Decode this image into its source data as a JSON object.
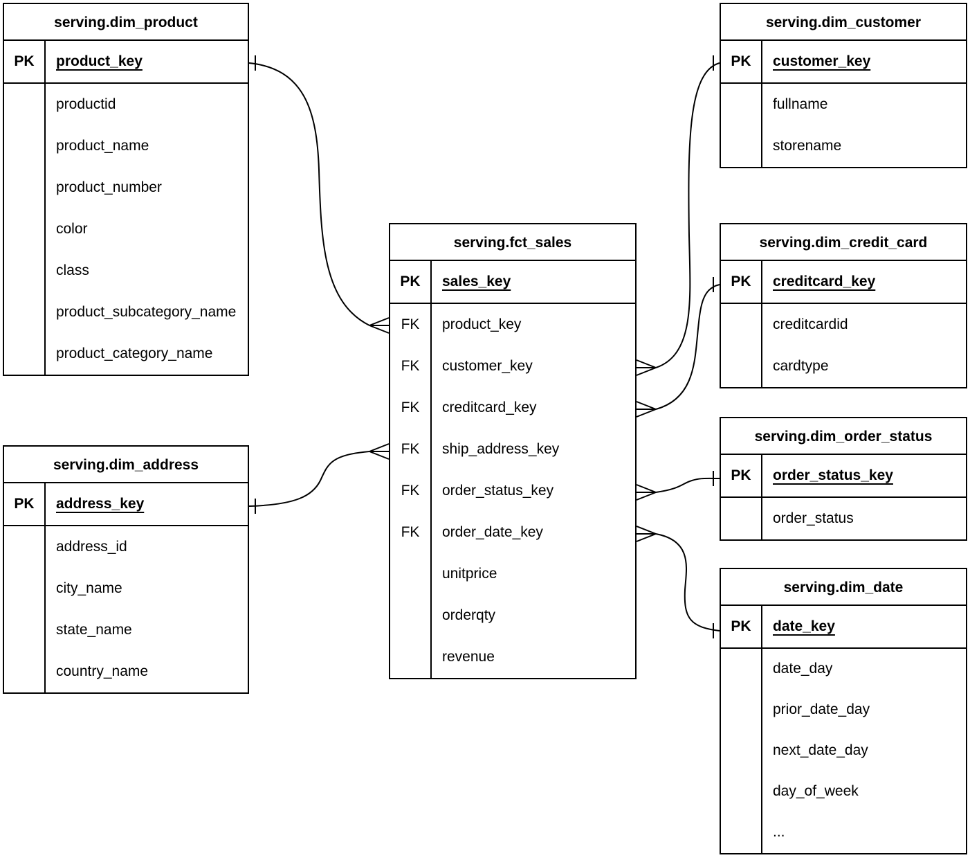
{
  "diagram": {
    "type": "entity-relationship",
    "notation": "crow-foot",
    "background_color": "#ffffff",
    "line_color": "#000000",
    "tables": {
      "dim_product": {
        "title": "serving.dim_product",
        "pk_tag": "PK",
        "pk_field": "product_key",
        "fields": [
          {
            "tag": "",
            "name": "productid"
          },
          {
            "tag": "",
            "name": "product_name"
          },
          {
            "tag": "",
            "name": "product_number"
          },
          {
            "tag": "",
            "name": "color"
          },
          {
            "tag": "",
            "name": "class"
          },
          {
            "tag": "",
            "name": "product_subcategory_name"
          },
          {
            "tag": "",
            "name": "product_category_name"
          }
        ]
      },
      "dim_address": {
        "title": "serving.dim_address",
        "pk_tag": "PK",
        "pk_field": "address_key",
        "fields": [
          {
            "tag": "",
            "name": "address_id"
          },
          {
            "tag": "",
            "name": "city_name"
          },
          {
            "tag": "",
            "name": "state_name"
          },
          {
            "tag": "",
            "name": "country_name"
          }
        ]
      },
      "fct_sales": {
        "title": "serving.fct_sales",
        "pk_tag": "PK",
        "pk_field": "sales_key",
        "fields": [
          {
            "tag": "FK",
            "name": "product_key"
          },
          {
            "tag": "FK",
            "name": "customer_key"
          },
          {
            "tag": "FK",
            "name": "creditcard_key"
          },
          {
            "tag": "FK",
            "name": "ship_address_key"
          },
          {
            "tag": "FK",
            "name": "order_status_key"
          },
          {
            "tag": "FK",
            "name": "order_date_key"
          },
          {
            "tag": "",
            "name": "unitprice"
          },
          {
            "tag": "",
            "name": "orderqty"
          },
          {
            "tag": "",
            "name": "revenue"
          }
        ]
      },
      "dim_customer": {
        "title": "serving.dim_customer",
        "pk_tag": "PK",
        "pk_field": "customer_key",
        "fields": [
          {
            "tag": "",
            "name": "fullname"
          },
          {
            "tag": "",
            "name": "storename"
          }
        ]
      },
      "dim_credit_card": {
        "title": "serving.dim_credit_card",
        "pk_tag": "PK",
        "pk_field": "creditcard_key",
        "fields": [
          {
            "tag": "",
            "name": "creditcardid"
          },
          {
            "tag": "",
            "name": "cardtype"
          }
        ]
      },
      "dim_order_status": {
        "title": "serving.dim_order_status",
        "pk_tag": "PK",
        "pk_field": "order_status_key",
        "fields": [
          {
            "tag": "",
            "name": "order_status"
          }
        ]
      },
      "dim_date": {
        "title": "serving.dim_date",
        "pk_tag": "PK",
        "pk_field": "date_key",
        "fields": [
          {
            "tag": "",
            "name": "date_day"
          },
          {
            "tag": "",
            "name": "prior_date_day"
          },
          {
            "tag": "",
            "name": "next_date_day"
          },
          {
            "tag": "",
            "name": "day_of_week"
          },
          {
            "tag": "",
            "name": "..."
          }
        ]
      }
    },
    "relationships": [
      {
        "from": "serving.fct_sales.product_key",
        "to": "serving.dim_product.product_key",
        "from_end": "many",
        "to_end": "one"
      },
      {
        "from": "serving.fct_sales.customer_key",
        "to": "serving.dim_customer.customer_key",
        "from_end": "many",
        "to_end": "one"
      },
      {
        "from": "serving.fct_sales.creditcard_key",
        "to": "serving.dim_credit_card.creditcard_key",
        "from_end": "many",
        "to_end": "one"
      },
      {
        "from": "serving.fct_sales.ship_address_key",
        "to": "serving.dim_address.address_key",
        "from_end": "many",
        "to_end": "one"
      },
      {
        "from": "serving.fct_sales.order_status_key",
        "to": "serving.dim_order_status.order_status_key",
        "from_end": "many",
        "to_end": "one"
      },
      {
        "from": "serving.fct_sales.order_date_key",
        "to": "serving.dim_date.date_key",
        "from_end": "many",
        "to_end": "one"
      }
    ]
  }
}
